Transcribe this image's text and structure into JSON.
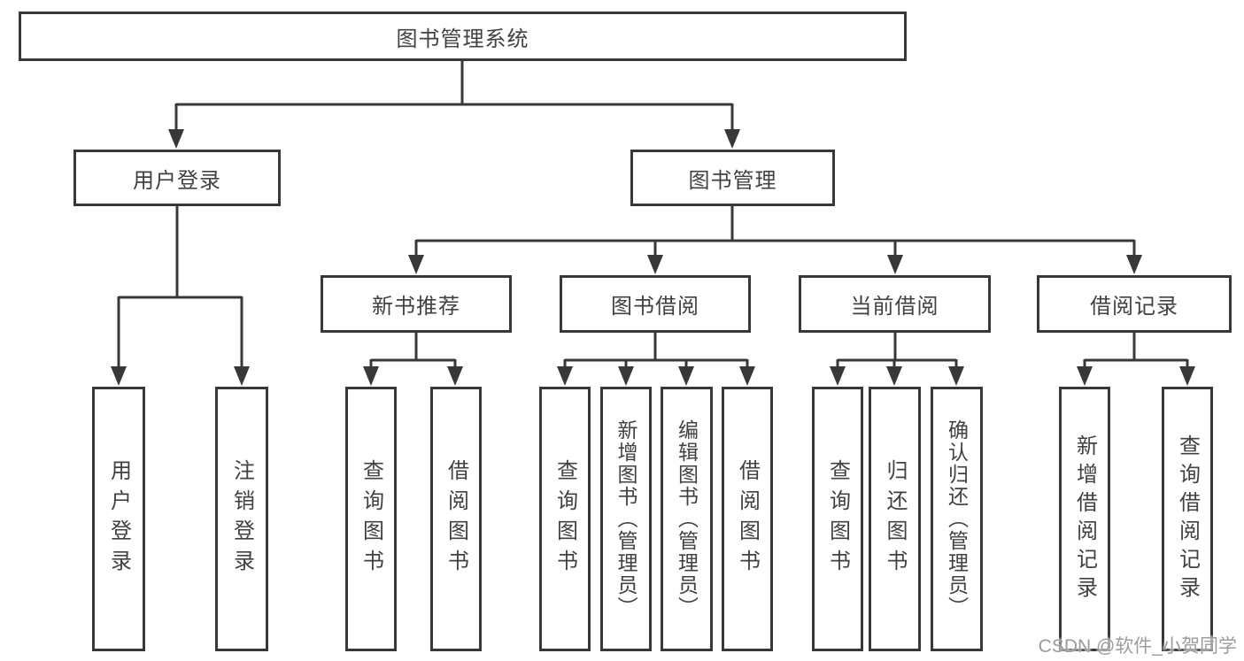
{
  "tree": {
    "label": "图书管理系统",
    "children": [
      {
        "label": "用户登录",
        "children": [
          {
            "label": "用户登录"
          },
          {
            "label": "注销登录"
          }
        ]
      },
      {
        "label": "图书管理",
        "children": [
          {
            "label": "新书推荐",
            "children": [
              {
                "label": "查询图书"
              },
              {
                "label": "借阅图书"
              }
            ]
          },
          {
            "label": "图书借阅",
            "children": [
              {
                "label": "查询图书"
              },
              {
                "label": "新增图书（管理员）"
              },
              {
                "label": "编辑图书（管理员）"
              },
              {
                "label": "借阅图书"
              }
            ]
          },
          {
            "label": "当前借阅",
            "children": [
              {
                "label": "查询图书"
              },
              {
                "label": "归还图书"
              },
              {
                "label": "确认归还（管理员）"
              }
            ]
          },
          {
            "label": "借阅记录",
            "children": [
              {
                "label": "新增借阅记录"
              },
              {
                "label": "查询借阅记录"
              }
            ]
          }
        ]
      }
    ]
  },
  "watermark": {
    "text": "CSDN @软件_小贺同学"
  },
  "colors": {
    "line": "#383838",
    "text": "#414141",
    "background": "#ffffff",
    "watermark": "#9c9c9c"
  }
}
